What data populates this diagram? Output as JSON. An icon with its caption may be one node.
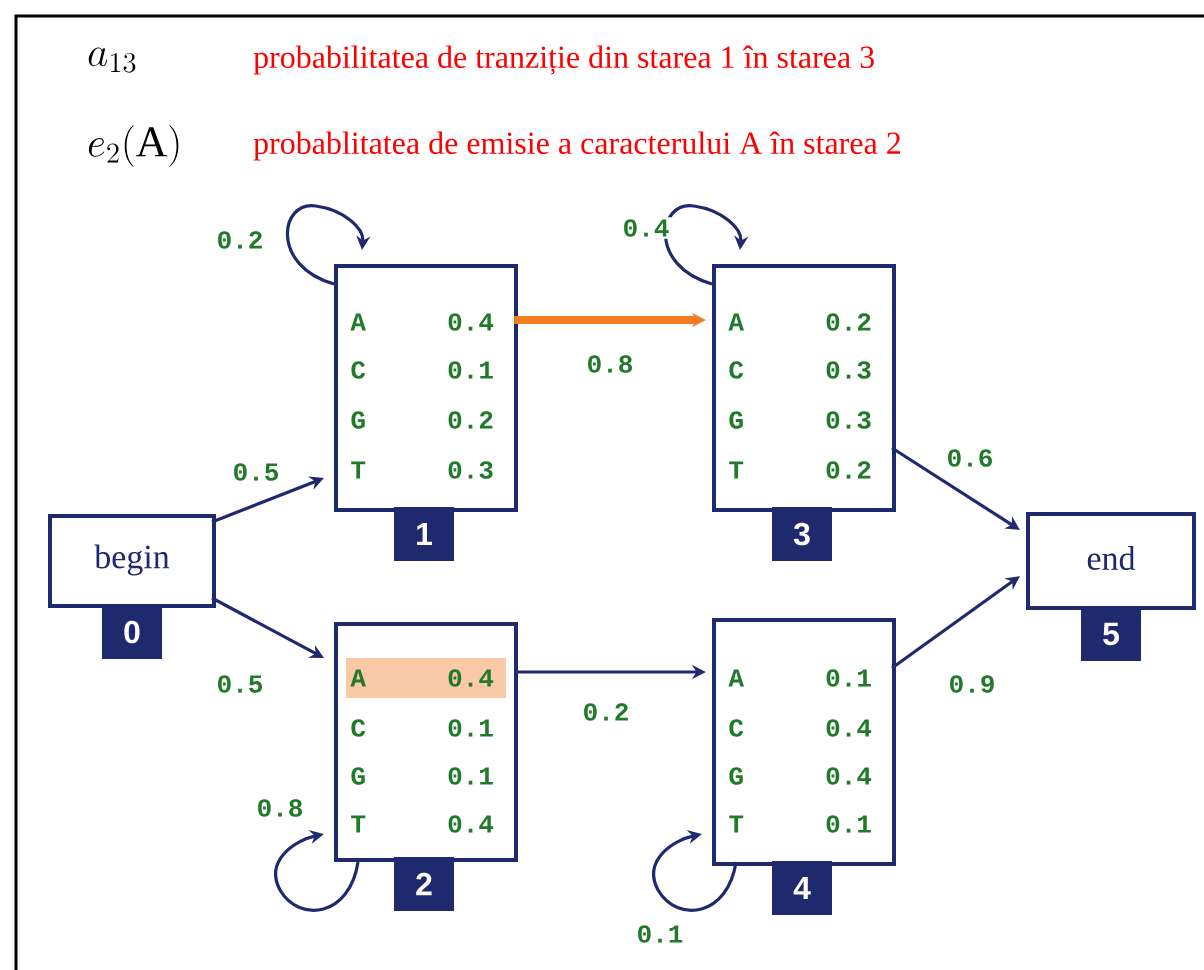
{
  "diagram": {
    "nodes": [
      {
        "text": [
          "begin",
          "0"
        ]
      },
      {
        "text": [
          "A 0.4",
          "C 0.1",
          "G 0.2",
          "T 0.3",
          "1"
        ]
      },
      {
        "text": [
          "A 0.4",
          "C 0.1",
          "G 0.1",
          "T 0.4",
          "2"
        ]
      },
      {
        "text": [
          "A 0.2",
          "C 0.3",
          "G 0.3",
          "T 0.2",
          "3"
        ]
      },
      {
        "text": [
          "A 0.1",
          "C 0.4",
          "G 0.4",
          "T 0.1",
          "4"
        ]
      },
      {
        "text": [
          "end",
          "5"
        ]
      }
    ],
    "edges": [
      {
        "from": 0,
        "to": 1,
        "arrow": "to",
        "label": "0.5"
      },
      {
        "from": 0,
        "to": 2,
        "arrow": "to",
        "label": "0.5"
      },
      {
        "from": 1,
        "to": 1,
        "arrow": "to",
        "label": "0.2"
      },
      {
        "from": 1,
        "to": 3,
        "arrow": "to",
        "label": "0.8",
        "style": "thick",
        "color": "#f47c20"
      },
      {
        "from": 3,
        "to": 3,
        "arrow": "to",
        "label": "0.4"
      },
      {
        "from": 2,
        "to": 2,
        "arrow": "to",
        "label": "0.8"
      },
      {
        "from": 2,
        "to": 4,
        "arrow": "to",
        "label": "0.2"
      },
      {
        "from": 3,
        "to": 5,
        "arrow": "to",
        "label": "0.6"
      },
      {
        "from": 4,
        "to": 5,
        "arrow": "to",
        "label": "0.9"
      },
      {
        "from": 4,
        "to": 4,
        "arrow": "to",
        "label": "0.1"
      }
    ],
    "labels": [
      "a_{13}",
      "probabilitatea de tranziție din starea 1 în starea 3",
      "e_2(\\mathrm{A})",
      "probablitatea de emisie a caracterului A în starea 2"
    ]
  }
}
